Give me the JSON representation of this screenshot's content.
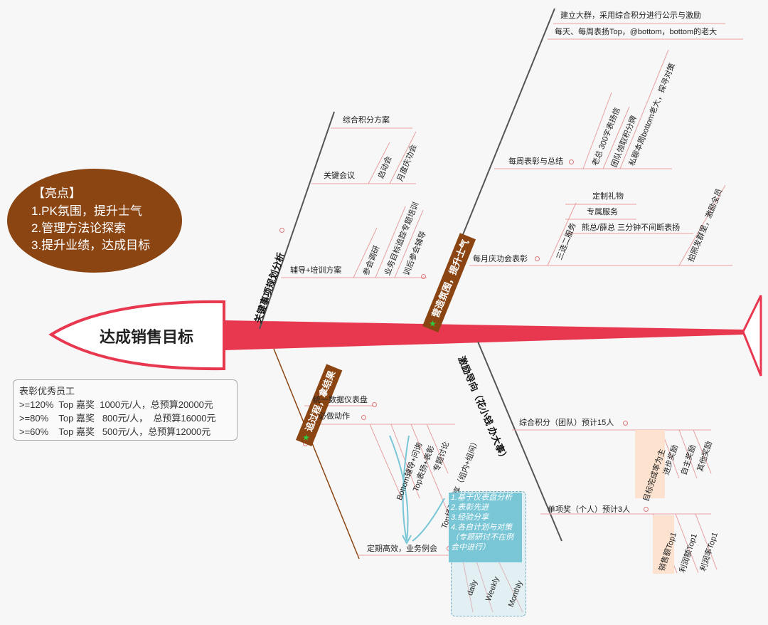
{
  "center_title": "达成销售目标",
  "highlights": {
    "heading": "【亮点】",
    "items": [
      "1.PK氛围，提升士气",
      "2.管理方法论探索",
      "3.提升业绩，达成目标"
    ]
  },
  "praise_box": {
    "title": "表彰优秀员工",
    "lines": [
      ">=120%  Top 嘉奖  1000元/人，总预算20000元",
      ">=80%    Top 嘉奖   800元/人，  总预算16000元",
      ">=60%    Top 嘉奖   500元/人，总预算12000元"
    ]
  },
  "branches": {
    "planning": "关键事项规划分析",
    "atmosphere": "营造氛围，提升士气",
    "process": "追过程，拿结果",
    "incentive": "激励导向（花小钱 办大事）"
  },
  "planning": {
    "points": "综合积分方案",
    "meeting": "关键会议",
    "meeting_sub": [
      "启动会",
      "月度庆功会"
    ],
    "training": "辅导+培训方案",
    "training_sub": [
      "参会调研",
      "业务目标追踪专题培训",
      "训后参会辅导"
    ]
  },
  "atmosphere": {
    "group": "建立大群，采用综合积分进行公示与激励",
    "weekly_top": "每天、每周表扬Top，@bottom，bottom的老大",
    "weekly_praise": "每周表彰与总结",
    "weekly_sub": [
      "老总 300字表扬信",
      "团队领取积分牌",
      "私聊本周bottom老大，探寻对策"
    ],
    "monthly": "每月庆功会表彰",
    "three": "三选二服务",
    "three_sub": [
      "定制礼物",
      "专属服务",
      "熊总/薛总 三分钟不间断表扬"
    ],
    "photo": "拍照发群里，激励全员"
  },
  "process": {
    "dashboard": "统一数据仪表盘",
    "must": "必做动作",
    "must_sub": [
      "Bottom辅导+问询",
      "Top表扬+表彰",
      "Top经验分享（组内+组间）",
      "专题讨论"
    ],
    "meeting": "定期高效，业务例会",
    "note": [
      "1.基于仪表盘分析",
      "2.表彰先进",
      "3.经验分享",
      "4.各自计划与对策",
      "（专题研讨不在例",
      "会中进行）"
    ],
    "cadence": [
      "daily",
      "Weekly",
      "Monthly"
    ]
  },
  "incentive": {
    "team": "综合积分（团队）预计15人",
    "team_sub": [
      "目标完成率为主",
      "进步奖励",
      "自主奖励",
      "其他奖励"
    ],
    "single": "单项奖（个人）预计3人",
    "single_sub": [
      "销售额Top1",
      "利润额Top1",
      "利润率Top1"
    ]
  },
  "colors": {
    "fish": "#e8384f",
    "branch": "#8b4513",
    "highlight": "#8b4513",
    "note": "#79c6d6"
  }
}
